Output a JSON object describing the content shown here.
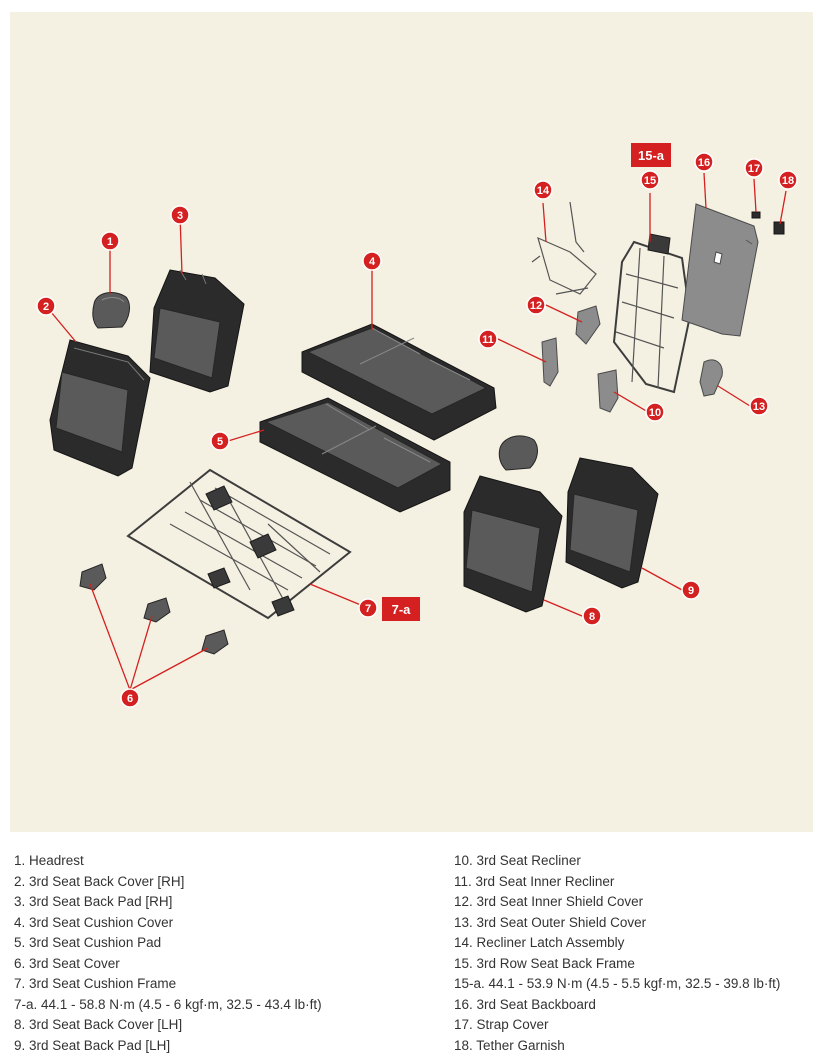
{
  "markers": {
    "m1": "1",
    "m2": "2",
    "m3": "3",
    "m4": "4",
    "m5": "5",
    "m6": "6",
    "m7": "7",
    "m8": "8",
    "m9": "9",
    "m10": "10",
    "m11": "11",
    "m12": "12",
    "m13": "13",
    "m14": "14",
    "m15": "15",
    "m16": "16",
    "m17": "17",
    "m18": "18",
    "box7a": "7-a",
    "box15a": "15-a"
  },
  "legend": {
    "left": [
      "1. Headrest",
      "2. 3rd Seat Back Cover [RH]",
      "3. 3rd Seat Back Pad [RH]",
      "4. 3rd Seat Cushion Cover",
      "5. 3rd Seat Cushion Pad",
      "6. 3rd Seat Cover",
      "7. 3rd Seat Cushion Frame",
      "7-a. 44.1 - 58.8 N·m (4.5 - 6 kgf·m, 32.5 - 43.4 lb·ft)",
      "8. 3rd Seat Back Cover [LH]",
      "9. 3rd Seat Back Pad [LH]"
    ],
    "right": [
      "10. 3rd Seat Recliner",
      "11. 3rd Seat Inner Recliner",
      "12. 3rd Seat Inner Shield Cover",
      "13. 3rd Seat Outer Shield Cover",
      "14. Recliner Latch Assembly",
      "15. 3rd Row Seat Back Frame",
      "15-a. 44.1 - 53.9 N·m (4.5 - 5.5 kgf·m, 32.5 - 39.8 lb·ft)",
      "16. 3rd Seat Backboard",
      "17. Strap Cover",
      "18. Tether Garnish"
    ]
  },
  "colors": {
    "accent": "#d42020",
    "diagram_background": "#f5f1e2"
  }
}
